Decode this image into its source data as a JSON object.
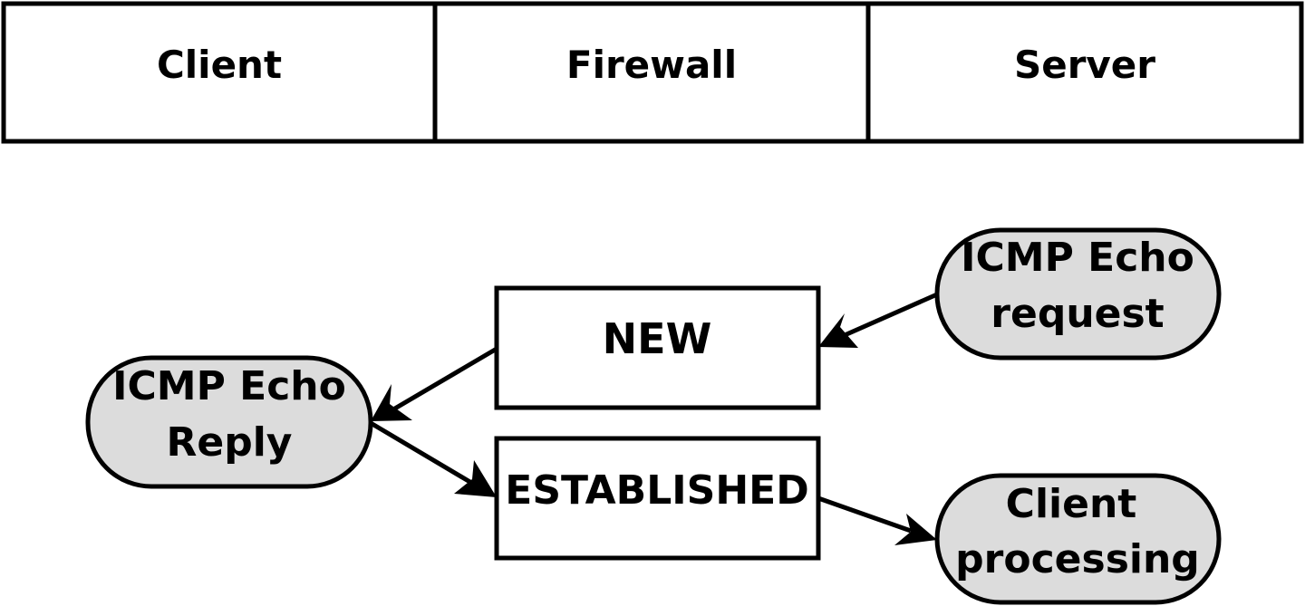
{
  "header": {
    "columns": [
      "Client",
      "Firewall",
      "Server"
    ]
  },
  "states": {
    "new": "NEW",
    "established": "ESTABLISHED"
  },
  "messages": {
    "echo_request": {
      "line1": "ICMP Echo",
      "line2": "request"
    },
    "echo_reply": {
      "line1": "ICMP Echo",
      "line2": "Reply"
    },
    "client_processing": {
      "line1": "Client",
      "line2": "processing"
    }
  },
  "colors": {
    "pill_fill": "#dcdcdc",
    "stroke": "#000000",
    "background": "#ffffff"
  }
}
